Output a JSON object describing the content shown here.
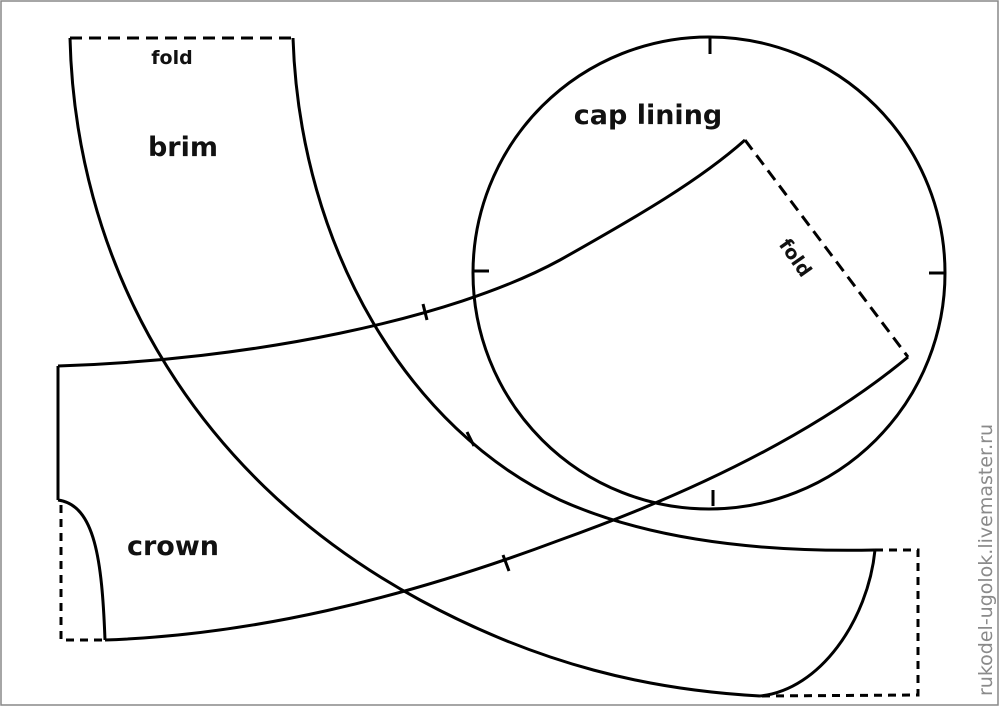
{
  "pieces": {
    "brim": {
      "label": "brim",
      "fold_label": "fold"
    },
    "cap_lining": {
      "label": "cap lining",
      "fold_label": "fold"
    },
    "crown": {
      "label": "crown"
    }
  },
  "watermark": "rukodel-ugolok.livemaster.ru",
  "colors": {
    "line": "#000000",
    "background": "#ffffff",
    "watermark": "#8a8a8a"
  }
}
